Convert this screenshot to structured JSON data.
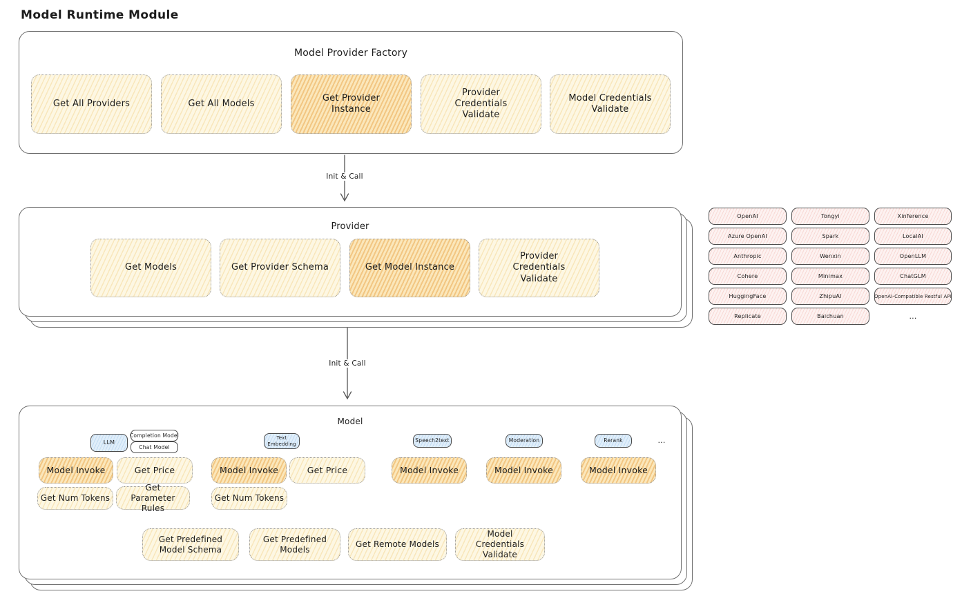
{
  "title": "Model Runtime Module",
  "arrows": {
    "arrow1_label": "Init & Call",
    "arrow2_label": "Init & Call"
  },
  "factory": {
    "title": "Model Provider Factory",
    "items": [
      {
        "label": "Get All Providers"
      },
      {
        "label": "Get All Models"
      },
      {
        "label": "Get Provider Instance"
      },
      {
        "label": "Provider Credentials Validate"
      },
      {
        "label": "Model Credentials Validate"
      }
    ]
  },
  "provider": {
    "title": "Provider",
    "items": [
      {
        "label": "Get Models"
      },
      {
        "label": "Get Provider Schema"
      },
      {
        "label": "Get Model Instance"
      },
      {
        "label": "Provider Credentials Validate"
      }
    ]
  },
  "provider_list": {
    "items": [
      "OpenAI",
      "Tongyi",
      "Xinference",
      "Azure OpenAI",
      "Spark",
      "LocalAI",
      "Anthropic",
      "Wenxin",
      "OpenLLM",
      "Cohere",
      "Minimax",
      "ChatGLM",
      "HuggingFace",
      "ZhipuAI",
      "OpenAI-Compatible Restful API",
      "Replicate",
      "Baichuan"
    ],
    "more": "..."
  },
  "model": {
    "title": "Model",
    "tabs": {
      "llm": "LLM",
      "completion": "Completion Model",
      "chat": "Chat Model",
      "text_embedding": "Text Embedding",
      "speech2text": "Speech2text",
      "moderation": "Moderation",
      "rerank": "Rerank",
      "more": "..."
    },
    "ops": {
      "model_invoke": "Model Invoke",
      "get_price": "Get Price",
      "get_num_tokens": "Get Num Tokens",
      "get_parameter_rules": "Get Parameter Rules"
    },
    "bottom": [
      "Get Predefined Model Schema",
      "Get Predefined Models",
      "Get Remote Models",
      "Model Credentials Validate"
    ]
  },
  "colors": {
    "op_yellow": "#fdf7e3",
    "op_yellow_hatch": "#f3ddad",
    "op_highlight": "#fbe7bb",
    "op_highlight_hatch": "#efc177",
    "provider_pink": "#fdf2f1",
    "provider_pink_border": "#4e4e4e",
    "tab_blue": "#e0eefa",
    "container_border": "#6f6f6f",
    "text": "#1c1c1c"
  }
}
